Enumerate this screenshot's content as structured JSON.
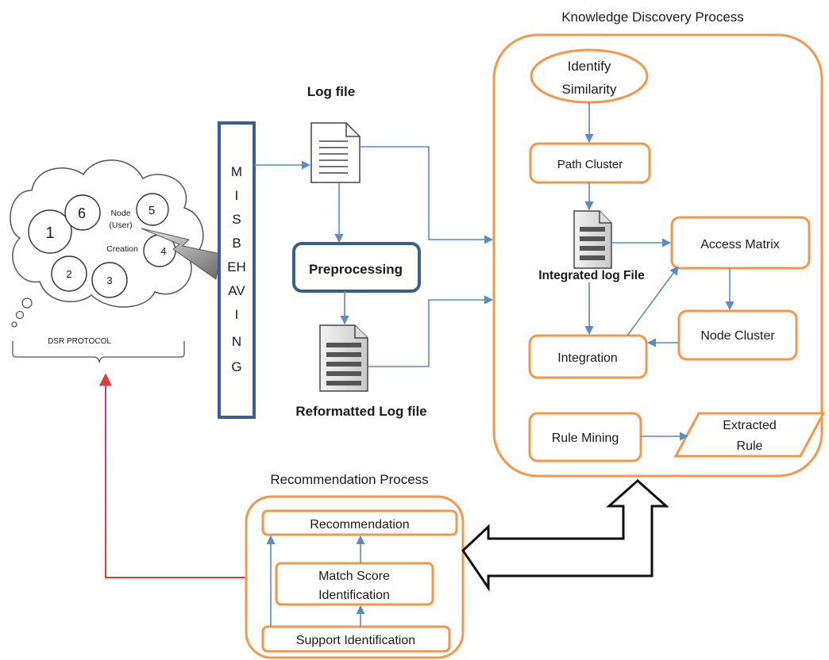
{
  "titles": {
    "knowledge_discovery": "Knowledge Discovery Process",
    "recommendation_process": "Recommendation Process"
  },
  "cloud": {
    "nodes": [
      "1",
      "6",
      "5",
      "2",
      "3",
      "4"
    ],
    "creation_lines": [
      "Node",
      "(User)",
      "Creation"
    ],
    "protocol_label": "DSR PROTOCOL"
  },
  "misbehaving": {
    "letters": [
      "M",
      "I",
      "S",
      "B",
      "EH",
      "AV",
      "I",
      "N",
      "G"
    ]
  },
  "log": {
    "log_file": "Log file",
    "preprocessing": "Preprocessing",
    "reformatted": "Reformatted Log file"
  },
  "kdp": {
    "identify_similarity": [
      "Identify",
      "Similarity"
    ],
    "path_cluster": "Path Cluster",
    "integrated_log_file": "Integrated log File",
    "access_matrix": "Access Matrix",
    "node_cluster": "Node Cluster",
    "integration": "Integration",
    "rule_mining": "Rule Mining",
    "extracted_rule": [
      "Extracted",
      "Rule"
    ]
  },
  "recommendation": {
    "recommendation": "Recommendation",
    "match_score": [
      "Match Score",
      "Identification"
    ],
    "support": "Support Identification"
  },
  "colors": {
    "orange_stroke": "#f79646",
    "blue_stroke": "#3b5f8c",
    "arrow_blue": "#5b8bc6",
    "return_arrow": "#e03c3c"
  }
}
